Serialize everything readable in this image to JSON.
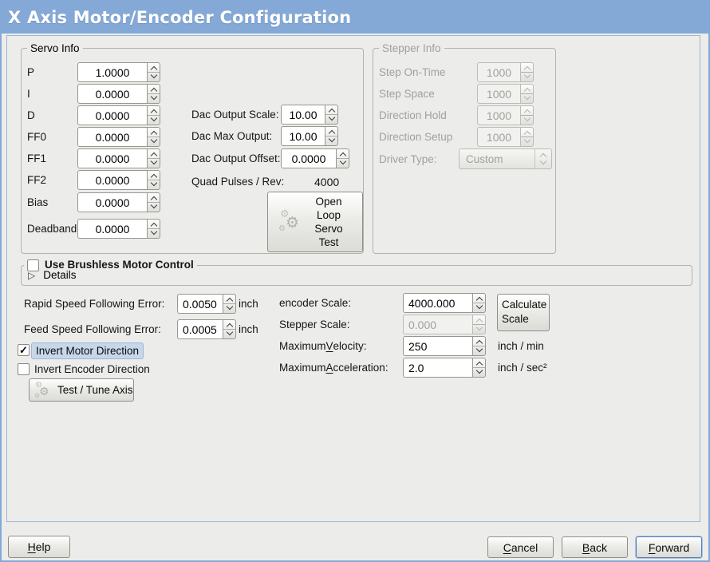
{
  "window": {
    "title": "X Axis Motor/Encoder Configuration"
  },
  "servo_info": {
    "title": "Servo Info",
    "fields": [
      {
        "label": "P",
        "value": "1.0000"
      },
      {
        "label": "I",
        "value": "0.0000"
      },
      {
        "label": "D",
        "value": "0.0000"
      },
      {
        "label": "FF0",
        "value": "0.0000"
      },
      {
        "label": "FF1",
        "value": "0.0000"
      },
      {
        "label": "FF2",
        "value": "0.0000"
      },
      {
        "label": "Bias",
        "value": "0.0000"
      },
      {
        "label": "Deadband",
        "value": "0.0000"
      }
    ]
  },
  "dac": {
    "output_scale_label": "Dac Output Scale:",
    "output_scale_value": "10.00",
    "max_output_label": "Dac Max Output:",
    "max_output_value": "10.00",
    "output_offset_label": "Dac Output Offset:",
    "output_offset_value": "0.0000",
    "quad_pulses_label": "Quad Pulses / Rev:",
    "quad_pulses_value": "4000"
  },
  "open_loop_button_label": "Open Loop Servo Test",
  "stepper_info": {
    "title": "Stepper Info",
    "fields": [
      {
        "label": "Step On-Time",
        "value": "1000"
      },
      {
        "label": "Step Space",
        "value": "1000"
      },
      {
        "label": "Direction Hold",
        "value": "1000"
      },
      {
        "label": "Direction Setup",
        "value": "1000"
      }
    ],
    "driver_type_label": "Driver Type:",
    "driver_type_value": "Custom"
  },
  "brushless": {
    "checkbox_label": "Use Brushless Motor Control",
    "details_label": "Details"
  },
  "following_error": {
    "rapid_label": "Rapid Speed Following Error:",
    "rapid_value": "0.0050",
    "rapid_unit": "inch",
    "feed_label": "Feed Speed Following Error:",
    "feed_value": "0.0005",
    "feed_unit": "inch"
  },
  "scale": {
    "encoder_label": "encoder Scale:",
    "encoder_value": "4000.000",
    "stepper_label": "Stepper Scale:",
    "stepper_value": "0.000",
    "calculate_button_label": "Calculate Scale",
    "velocity_pre": "Maximum ",
    "velocity_mn": "V",
    "velocity_post": "elocity:",
    "velocity_value": "250",
    "velocity_unit": "inch / min",
    "accel_pre": "Maximum ",
    "accel_mn": "A",
    "accel_post": "cceleration:",
    "accel_value": "2.0",
    "accel_unit": "inch / sec²"
  },
  "options": {
    "invert_motor_label": "Invert Motor Direction",
    "invert_encoder_label": "Invert Encoder Direction",
    "test_tune_button_label": "Test / Tune Axis"
  },
  "footer": {
    "help_mn": "H",
    "help_rest": "elp",
    "cancel_mn": "C",
    "cancel_rest": "ancel",
    "back_mn": "B",
    "back_rest": "ack",
    "forward_mn": "F",
    "forward_rest": "orward"
  },
  "icons": {
    "gear": "⚙",
    "expander": "▷",
    "check": "✓"
  }
}
